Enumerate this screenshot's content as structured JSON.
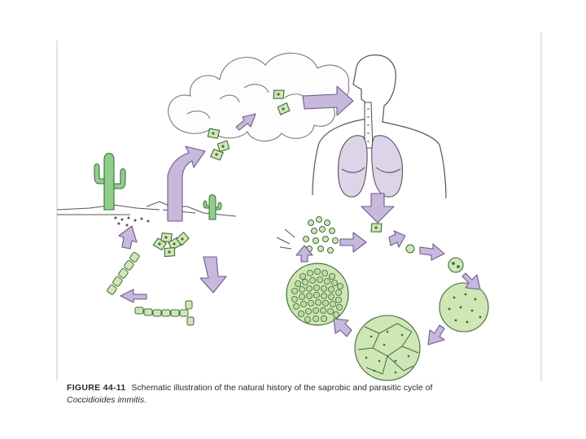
{
  "caption": {
    "figure_label": "FIGURE 44-11",
    "text": "Schematic illustration of the natural history of the saprobic and parasitic cycle of",
    "species": "Coccidioides immitis",
    "end": "."
  },
  "colors": {
    "arrow_fill": "#c7b8dc",
    "arrow_stroke": "#6d5a8a",
    "cell_fill": "#cfe6b6",
    "cell_stroke": "#3e6b3a",
    "cactus_fill": "#8fcf8a",
    "cloud_stroke": "#7a7a7a",
    "lung_fill": "#ddd4ea",
    "line": "#555555"
  },
  "icons": [
    "cloud-icon",
    "cactus-icon",
    "human-torso-icon",
    "lungs-icon",
    "spherule-icon",
    "arthroconidia-icon",
    "hyphae-icon"
  ]
}
